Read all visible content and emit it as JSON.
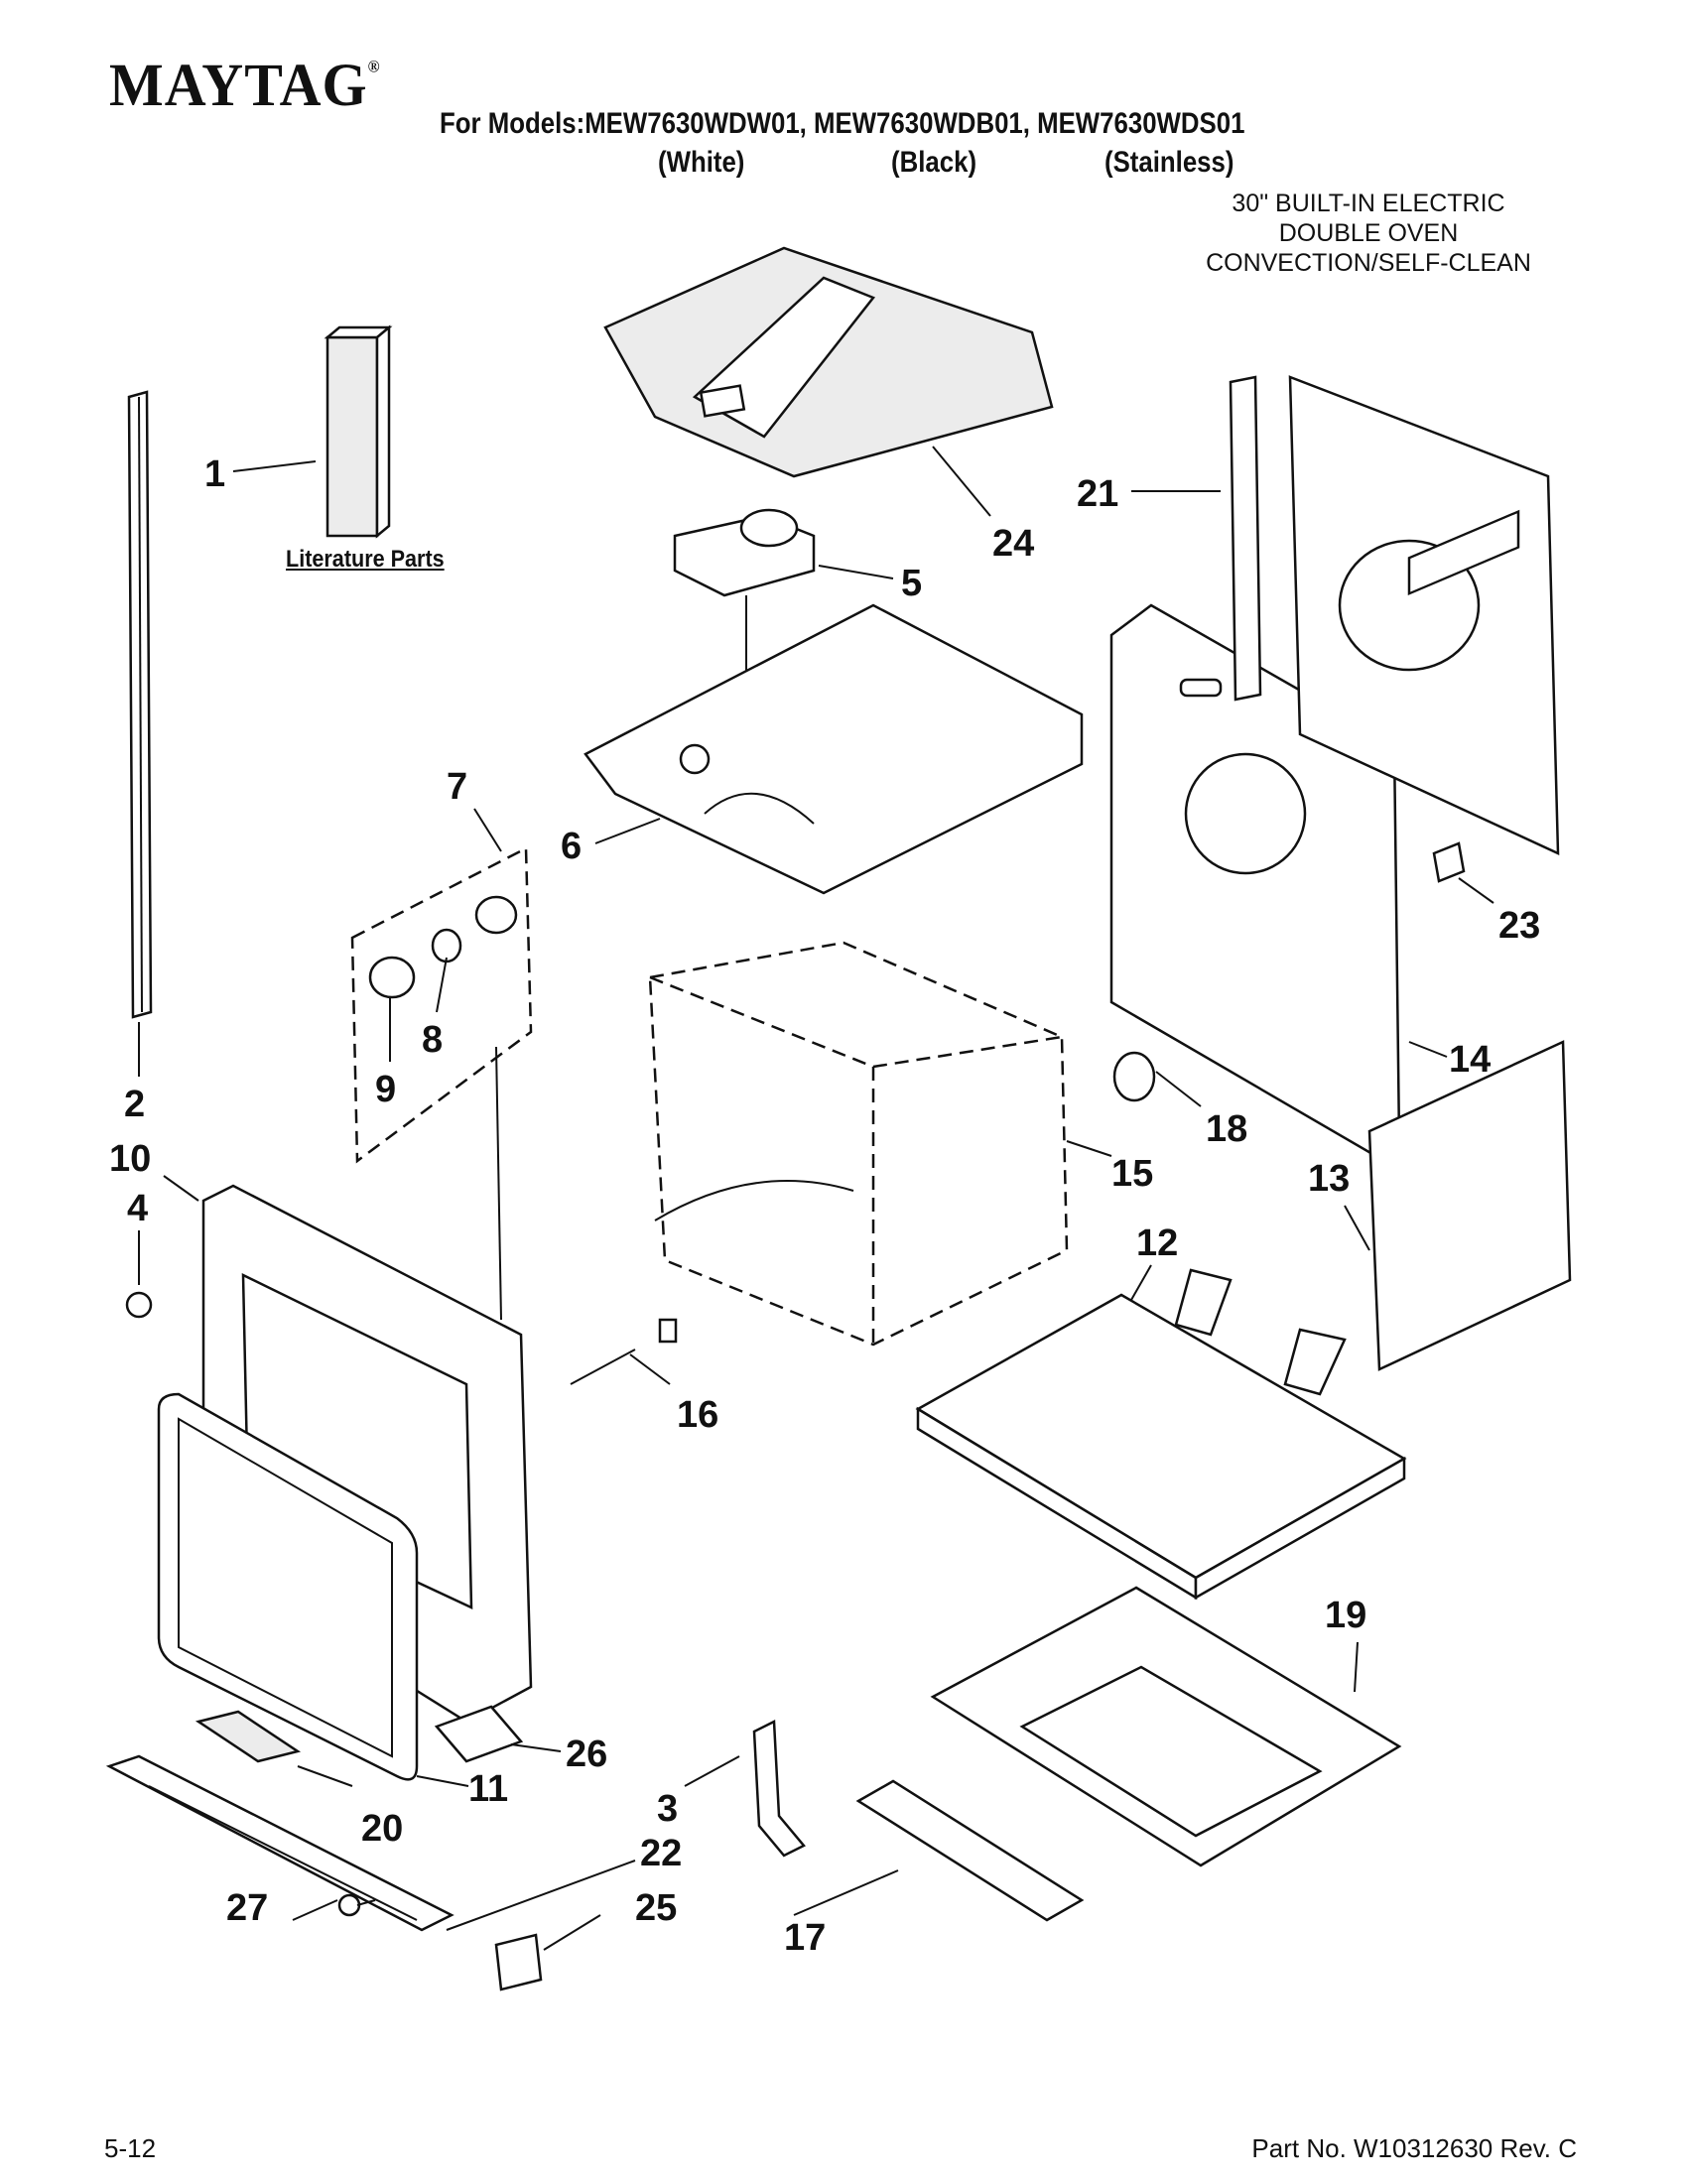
{
  "header": {
    "brand": "MAYTAG",
    "models_line": "For Models:MEW7630WDW01, MEW7630WDB01, MEW7630WDS01",
    "variants": [
      "(White)",
      "(Black)",
      "(Stainless)"
    ],
    "description": [
      "30\" BUILT-IN ELECTRIC",
      "DOUBLE OVEN",
      "CONVECTION/SELF-CLEAN"
    ]
  },
  "literature_label": "Literature Parts",
  "callouts": [
    "1",
    "2",
    "3",
    "4",
    "5",
    "6",
    "7",
    "8",
    "9",
    "10",
    "11",
    "12",
    "13",
    "14",
    "15",
    "16",
    "17",
    "18",
    "19",
    "20",
    "21",
    "22",
    "23",
    "24",
    "25",
    "26",
    "27"
  ],
  "footer": {
    "page": "5-12",
    "part_number": "Part No. W10312630 Rev. C"
  }
}
